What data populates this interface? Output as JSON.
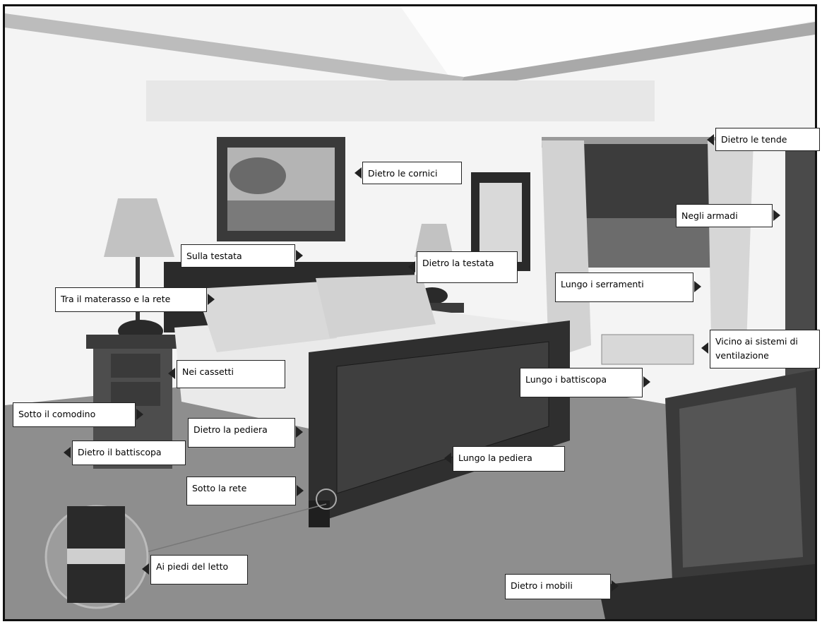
{
  "labels": {
    "dietro_le_tende": "Dietro le tende",
    "dietro_le_cornici": "Dietro le cornici",
    "negli_armadi": "Negli armadi",
    "sulla_testata": "Sulla testata",
    "dietro_la_testata": "Dietro la testata",
    "lungo_i_serramenti": "Lungo i serramenti",
    "tra_materasso_rete": "Tra il materasso e la rete",
    "vicino_ventilazione": "Vicino ai sistemi di ventilazione",
    "nei_cassetti": "Nei cassetti",
    "lungo_battiscopa": "Lungo i battiscopa",
    "sotto_comodino": "Sotto il comodino",
    "dietro_pediera": "Dietro la pediera",
    "dietro_battiscopa": "Dietro il battiscopa",
    "lungo_pediera": "Lungo la pediera",
    "sotto_rete": "Sotto la rete",
    "ai_piedi_letto": "Ai piedi del letto",
    "dietro_mobili": "Dietro i mobili"
  },
  "colors": {
    "frame": "#111111",
    "label_border": "#222222",
    "wall": "#f3f3f3",
    "floor": "#8a8a8a",
    "bed_wood": "#2e2e2e",
    "curtain": "#d2d2d2"
  }
}
